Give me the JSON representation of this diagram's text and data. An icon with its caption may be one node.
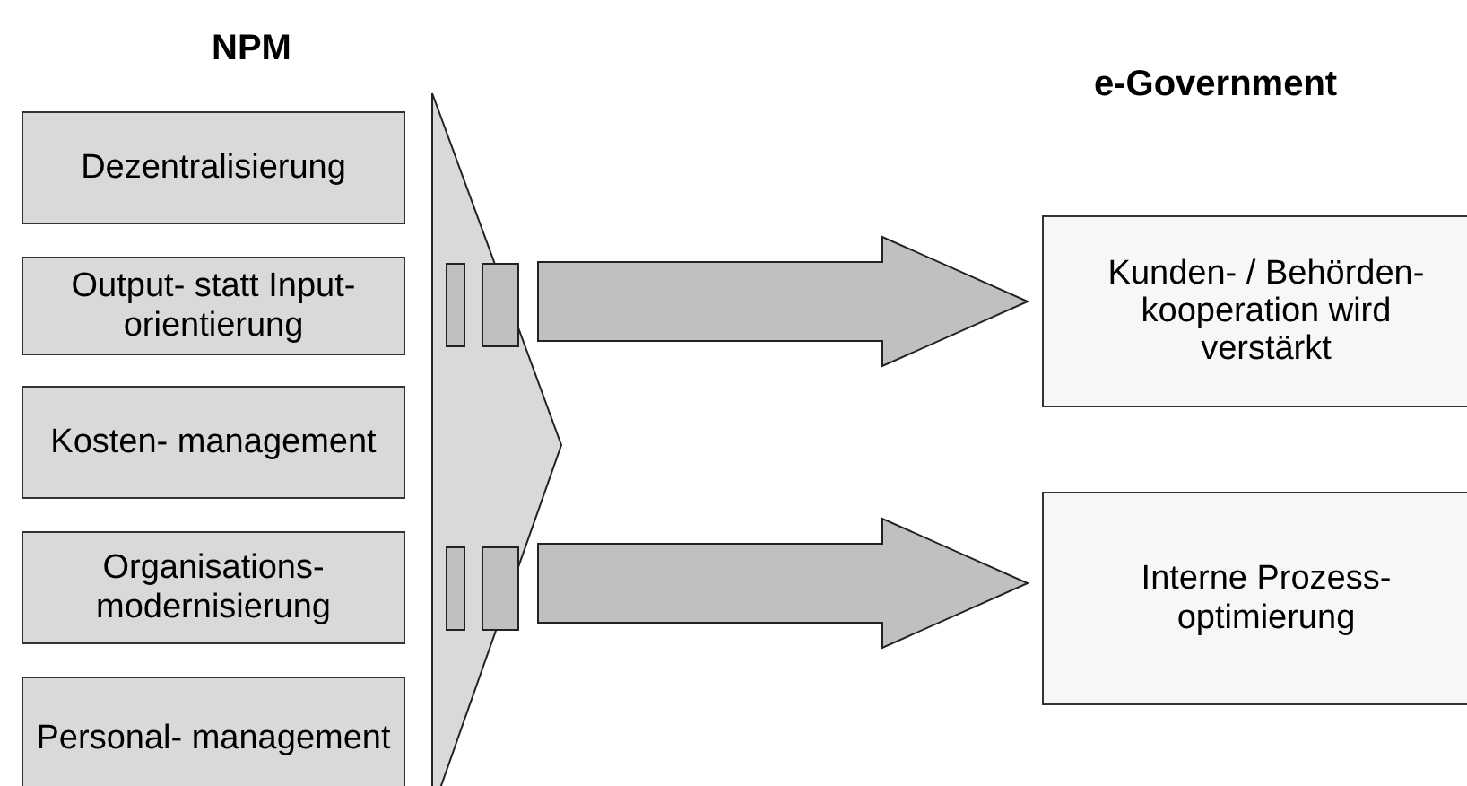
{
  "diagram": {
    "nodes": [
      {
        "text": [
          "Dezentralisierung"
        ]
      },
      {
        "text": [
          "Output- statt Input- orientierung"
        ]
      },
      {
        "text": [
          "Kosten- management"
        ]
      },
      {
        "text": [
          "Organisations- modernisierung"
        ]
      },
      {
        "text": [
          "Personal- management"
        ]
      },
      {
        "text": [],
        "shape": "chevron"
      },
      {
        "text": [
          "Kunden- / Behörden- kooperation wird verstärkt"
        ]
      },
      {
        "text": [
          "Interne Prozess- optimierung"
        ]
      }
    ],
    "edges": [
      {
        "from": 5,
        "to": 6,
        "arrow": "to",
        "style": "thick"
      },
      {
        "from": 5,
        "to": 7,
        "arrow": "to",
        "style": "thick"
      }
    ],
    "labels": [
      "NPM",
      "e-Government"
    ]
  }
}
